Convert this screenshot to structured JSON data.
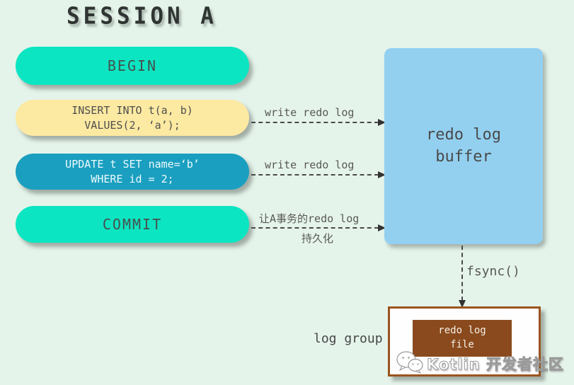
{
  "title": "SESSION A",
  "pills": {
    "begin": {
      "label": "BEGIN"
    },
    "insert": {
      "line1": "INSERT INTO t(a, b)",
      "line2": "VALUES(2, ‘a’);"
    },
    "update": {
      "line1": "UPDATE t SET name=‘b’",
      "line2": "WHERE id = 2;"
    },
    "commit": {
      "label": "COMMIT"
    }
  },
  "arrows": {
    "insert_to_buffer": "write redo log",
    "update_to_buffer": "write redo log",
    "commit_to_buffer_line1": "让A事务的redo log",
    "commit_to_buffer_line2": "持久化",
    "fsync": "fsync()"
  },
  "buffer": {
    "line1": "redo log",
    "line2": "buffer"
  },
  "log_group": {
    "label": "log group",
    "file_line1": "redo log",
    "file_line2": "file"
  },
  "watermark": {
    "icon": "wechat-icon",
    "text": "Kotlin 开发者社区"
  },
  "colors": {
    "background": "#e5f4ea",
    "pill_turquoise": "#0ce5c2",
    "pill_yellow": "#fce9a2",
    "pill_blue": "#1a9fc0",
    "buffer_blue": "#93d0f0",
    "file_brown": "#8a4a1d",
    "box_border_brown": "#9b541e",
    "arrow_gray": "#4a4a4a"
  }
}
